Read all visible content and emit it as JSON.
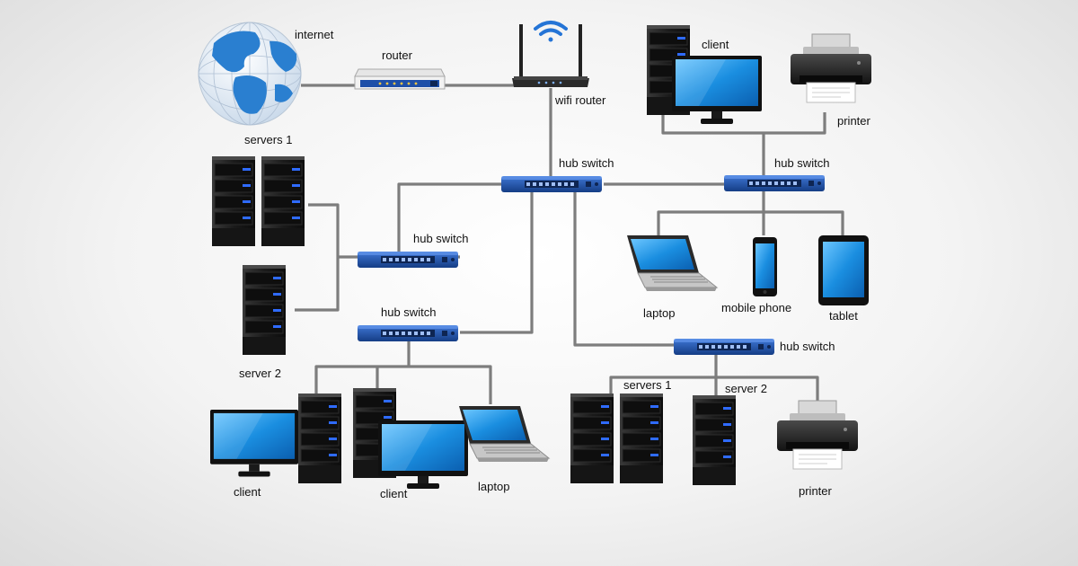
{
  "labels": {
    "internet": "internet",
    "router": "router",
    "wifi_router": "wifi router",
    "servers1_left": "servers 1",
    "server2_left": "server 2",
    "hub_switch_main": "hub switch",
    "hub_switch_left": "hub switch",
    "hub_switch_lower_left": "hub switch",
    "hub_switch_right_top": "hub switch",
    "hub_switch_right_bottom": "hub switch",
    "client_top_right": "client",
    "printer_top_right": "printer",
    "laptop_right": "laptop",
    "mobile_phone": "mobile phone",
    "tablet": "tablet",
    "client_bottom_left_1": "client",
    "client_bottom_left_2": "client",
    "laptop_bottom": "laptop",
    "servers1_bottom": "servers 1",
    "server2_bottom": "server 2",
    "printer_bottom": "printer"
  },
  "colors": {
    "device_blue": "#1e4fa8",
    "screen_blue": "#1a8ee0",
    "server_led": "#2f6bff",
    "globe_blue": "#2a7fd0"
  },
  "icons": [
    "globe-icon",
    "router-icon",
    "wifi-router-icon",
    "wifi-signal-icon",
    "hub-switch-icon",
    "server-tower-icon",
    "monitor-icon",
    "printer-icon",
    "laptop-icon",
    "mobile-phone-icon",
    "tablet-icon"
  ]
}
